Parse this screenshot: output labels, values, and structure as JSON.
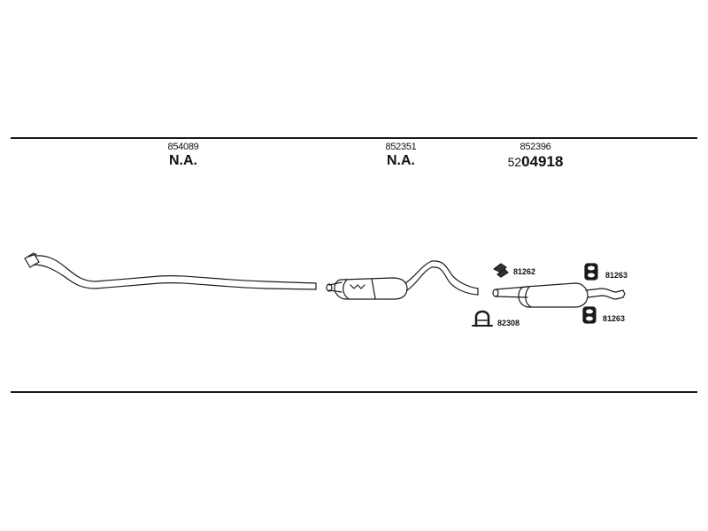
{
  "sections": [
    {
      "part_number": "854089",
      "status": "N.A."
    },
    {
      "part_number": "852351",
      "status": "N.A."
    },
    {
      "part_number": "852396",
      "oe_prefix": "52",
      "oe_number": "04918"
    }
  ],
  "accessories": {
    "clamp_bracket": "81262",
    "rubber_mount_upper": "81263",
    "rubber_mount_lower": "81263",
    "u_clamp": "82308"
  },
  "colors": {
    "line": "#1a1a1a",
    "background": "#ffffff"
  }
}
